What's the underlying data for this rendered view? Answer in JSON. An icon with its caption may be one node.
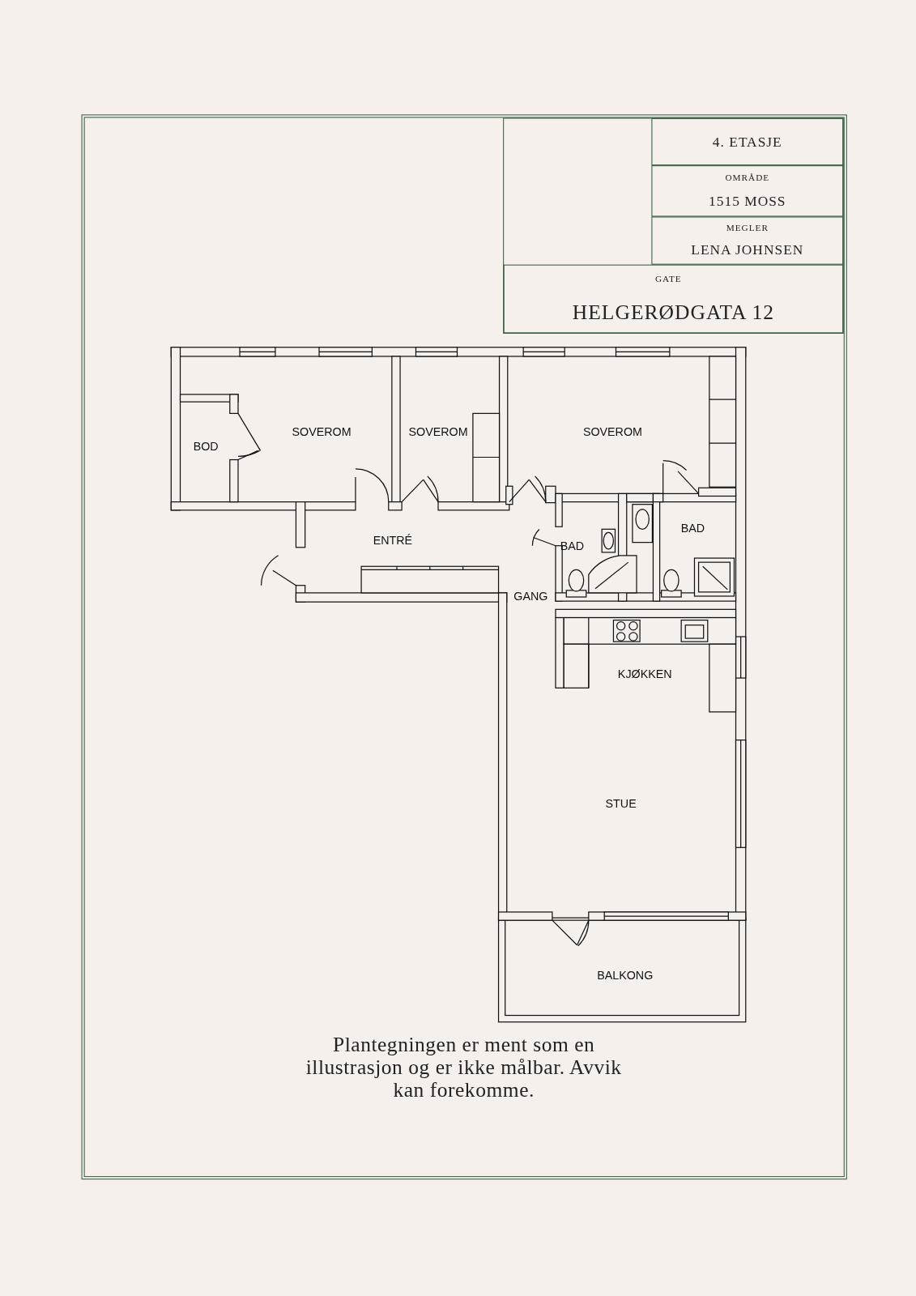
{
  "diagram": {
    "caption": "Plantegningen er ment som en illustrasjon og er ikke målbar. Avvik kan forekomme.",
    "nodes": [
      {
        "text": [
          "4. ETASJE"
        ]
      },
      {
        "text": [
          "OMRÅDE",
          "1515 MOSS"
        ]
      },
      {
        "text": [
          "MEGLER",
          "LENA JOHNSEN"
        ]
      },
      {
        "text": [
          "GATE",
          "HELGERØDGATA 12"
        ]
      }
    ],
    "labels": [
      "SOVEROM",
      "SOVEROM",
      "SOVEROM",
      "BOD",
      "BAD",
      "ENTRÉ",
      "BAD",
      "GANG",
      "KJØKKEN",
      "STUE",
      "BALKONG"
    ]
  }
}
